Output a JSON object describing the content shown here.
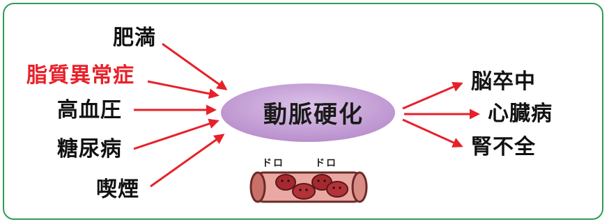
{
  "center": {
    "label": "動脈硬化",
    "color": "#c9a8d9"
  },
  "causes": [
    {
      "label": "肥満",
      "highlight": false
    },
    {
      "label": "脂質異常症",
      "highlight": true
    },
    {
      "label": "高血圧",
      "highlight": false
    },
    {
      "label": "糖尿病",
      "highlight": false
    },
    {
      "label": "喫煙",
      "highlight": false
    }
  ],
  "effects": [
    {
      "label": "脳卒中"
    },
    {
      "label": "心臓病"
    },
    {
      "label": "腎不全"
    }
  ],
  "illustration": {
    "sound_left": "ドロ",
    "sound_right": "ドロ"
  },
  "colors": {
    "arrow": "#e8202a",
    "highlight_text": "#e8202a",
    "frame": "#2f9a57"
  }
}
